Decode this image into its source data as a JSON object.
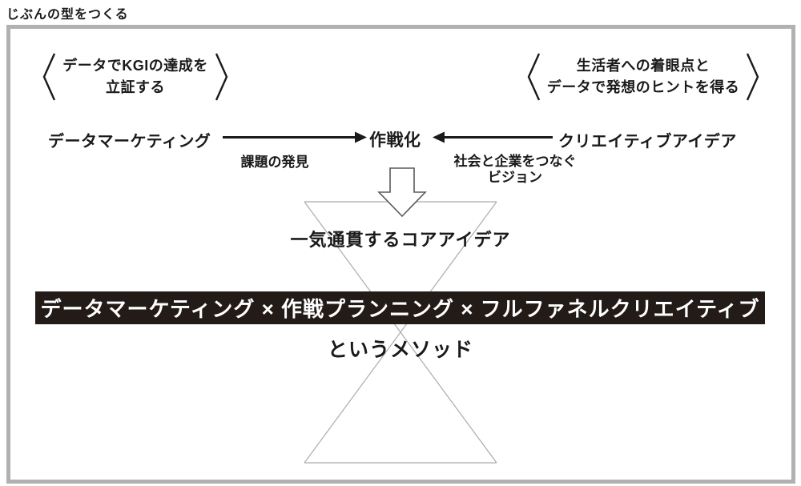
{
  "page": {
    "title": "じぶんの型をつくる"
  },
  "diagram": {
    "left_note": {
      "line1": "データでKGIの達成を",
      "line2": "立証する"
    },
    "right_note": {
      "line1": "生活者への着眼点と",
      "line2": "データで発想のヒントを得る"
    },
    "flow": {
      "left_label": "データマーケティング",
      "center_label": "作戦化",
      "right_label": "クリエイティブアイデア",
      "left_arrow_caption": "課題の発見",
      "right_arrow_caption_line1": "社会と企業をつなぐ",
      "right_arrow_caption_line2": "ビジョン"
    },
    "funnel": {
      "core_idea": "一気通貫するコアアイデア"
    },
    "banner": {
      "text": "データマーケティング × 作戦プランニング × フルファネルクリエイティブ"
    },
    "method": {
      "text": "というメソッド"
    }
  },
  "theme": {
    "colors": {
      "text": "#1a1a1a",
      "banner_bg": "#221b18",
      "banner_text": "#ffffff",
      "frame_border": "#b1b1b1",
      "funnel_line": "#ababab",
      "down_arrow_outline": "#5a5a5a"
    }
  }
}
